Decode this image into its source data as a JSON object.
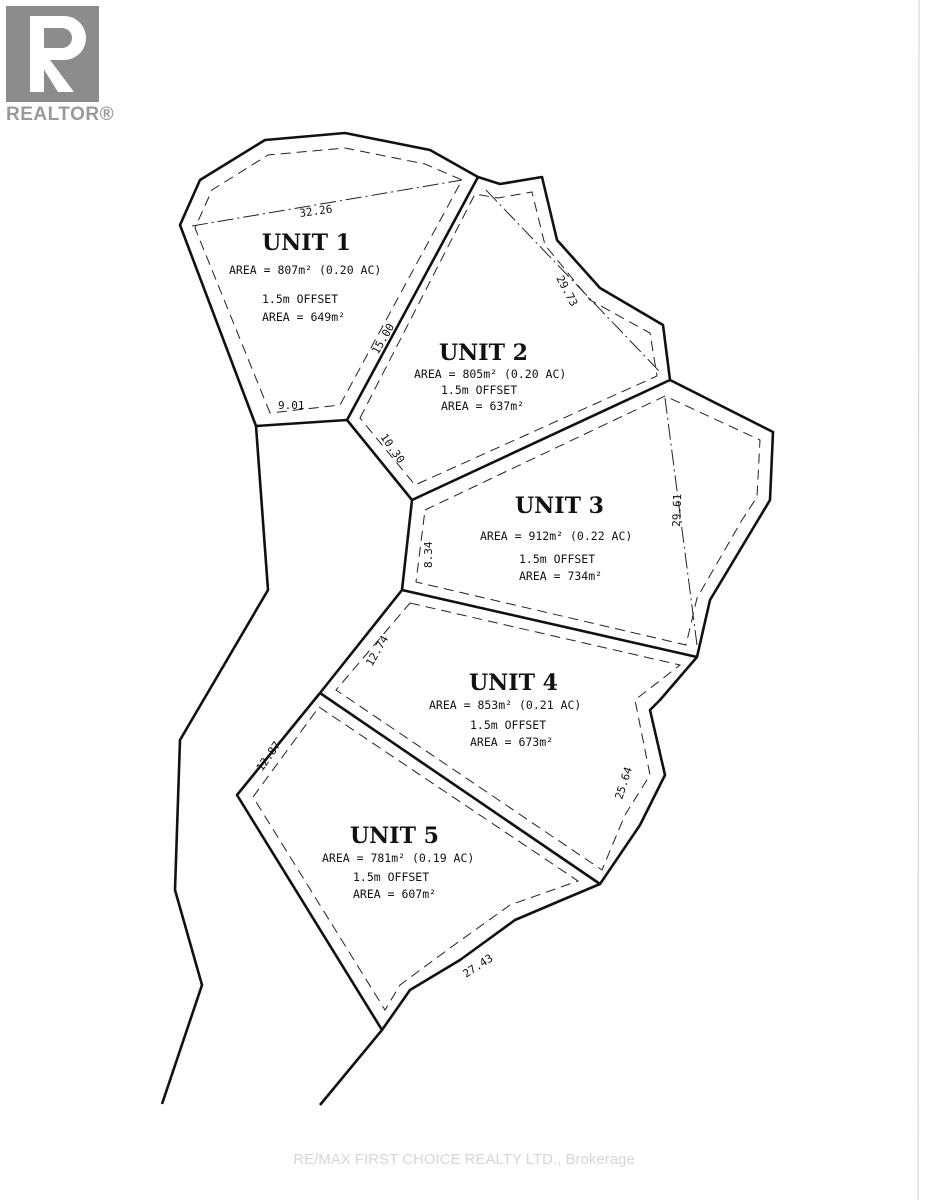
{
  "logo": {
    "caption": "REALTOR®",
    "icon": "realtor-r-logo"
  },
  "watermark": "RE/MAX FIRST CHOICE REALTY LTD., Brokerage",
  "units": [
    {
      "title": "UNIT 1",
      "area": "AREA = 807m² (0.20 AC)",
      "offset_label": "1.5m OFFSET",
      "offset_area": "AREA = 649m²"
    },
    {
      "title": "UNIT 2",
      "area": "AREA = 805m² (0.20 AC)",
      "offset_label": "1.5m OFFSET",
      "offset_area": "AREA = 637m²"
    },
    {
      "title": "UNIT 3",
      "area": "AREA = 912m² (0.22 AC)",
      "offset_label": "1.5m OFFSET",
      "offset_area": "AREA = 734m²"
    },
    {
      "title": "UNIT 4",
      "area": "AREA = 853m² (0.21 AC)",
      "offset_label": "1.5m OFFSET",
      "offset_area": "AREA = 673m²"
    },
    {
      "title": "UNIT 5",
      "area": "AREA = 781m² (0.19 AC)",
      "offset_label": "1.5m OFFSET",
      "offset_area": "AREA = 607m²"
    }
  ],
  "dimensions": {
    "d1": "32.26",
    "d2": "29.73",
    "d3": "9.01",
    "d4": "10.30",
    "d5": "29.61",
    "d6": "8.34",
    "d7": "12.74",
    "d8": "12.87",
    "d9": "25.64",
    "d10": "27.43",
    "d11": "15.00"
  }
}
